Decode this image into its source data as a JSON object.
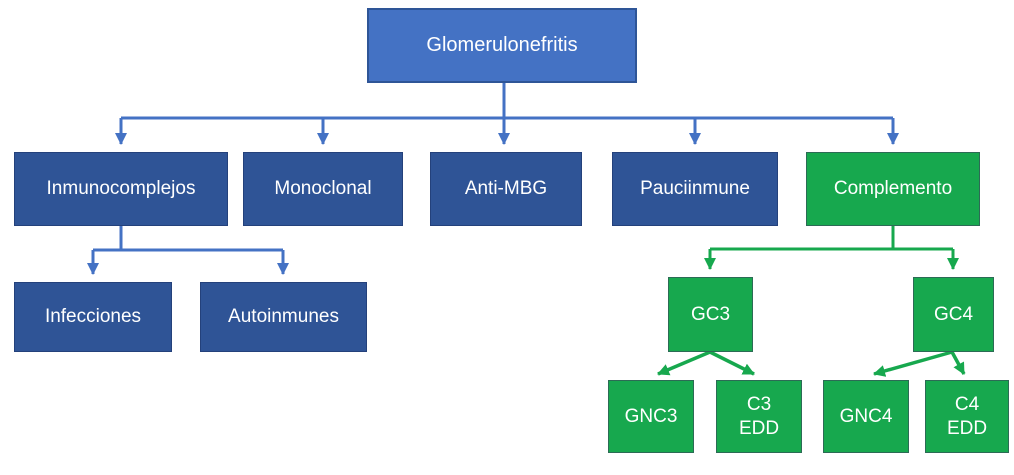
{
  "diagram": {
    "type": "hierarchy-flowchart",
    "colors": {
      "root_fill": "#4472C4",
      "root_border": "#2E5597",
      "blue_fill": "#2F5496",
      "green_fill": "#17A84E",
      "blue_connector": "#4472C4",
      "green_connector": "#17A84E",
      "text": "#FFFFFF"
    },
    "nodes": {
      "root": {
        "label": "Glomerulonefritis"
      },
      "level2": [
        {
          "label": "Inmunocomplejos"
        },
        {
          "label": "Monoclonal"
        },
        {
          "label": "Anti-MBG"
        },
        {
          "label": "Pauciinmune"
        },
        {
          "label": "Complemento"
        }
      ],
      "inmunocomplejos_children": [
        {
          "label": "Infecciones"
        },
        {
          "label": "Autoinmunes"
        }
      ],
      "complemento_children": [
        {
          "label": "GC3"
        },
        {
          "label": "GC4"
        }
      ],
      "gc3_children": [
        {
          "label": "GNC3"
        },
        {
          "label": "C3\nEDD"
        }
      ],
      "gc4_children": [
        {
          "label": "GNC4"
        },
        {
          "label": "C4\nEDD"
        }
      ]
    }
  }
}
